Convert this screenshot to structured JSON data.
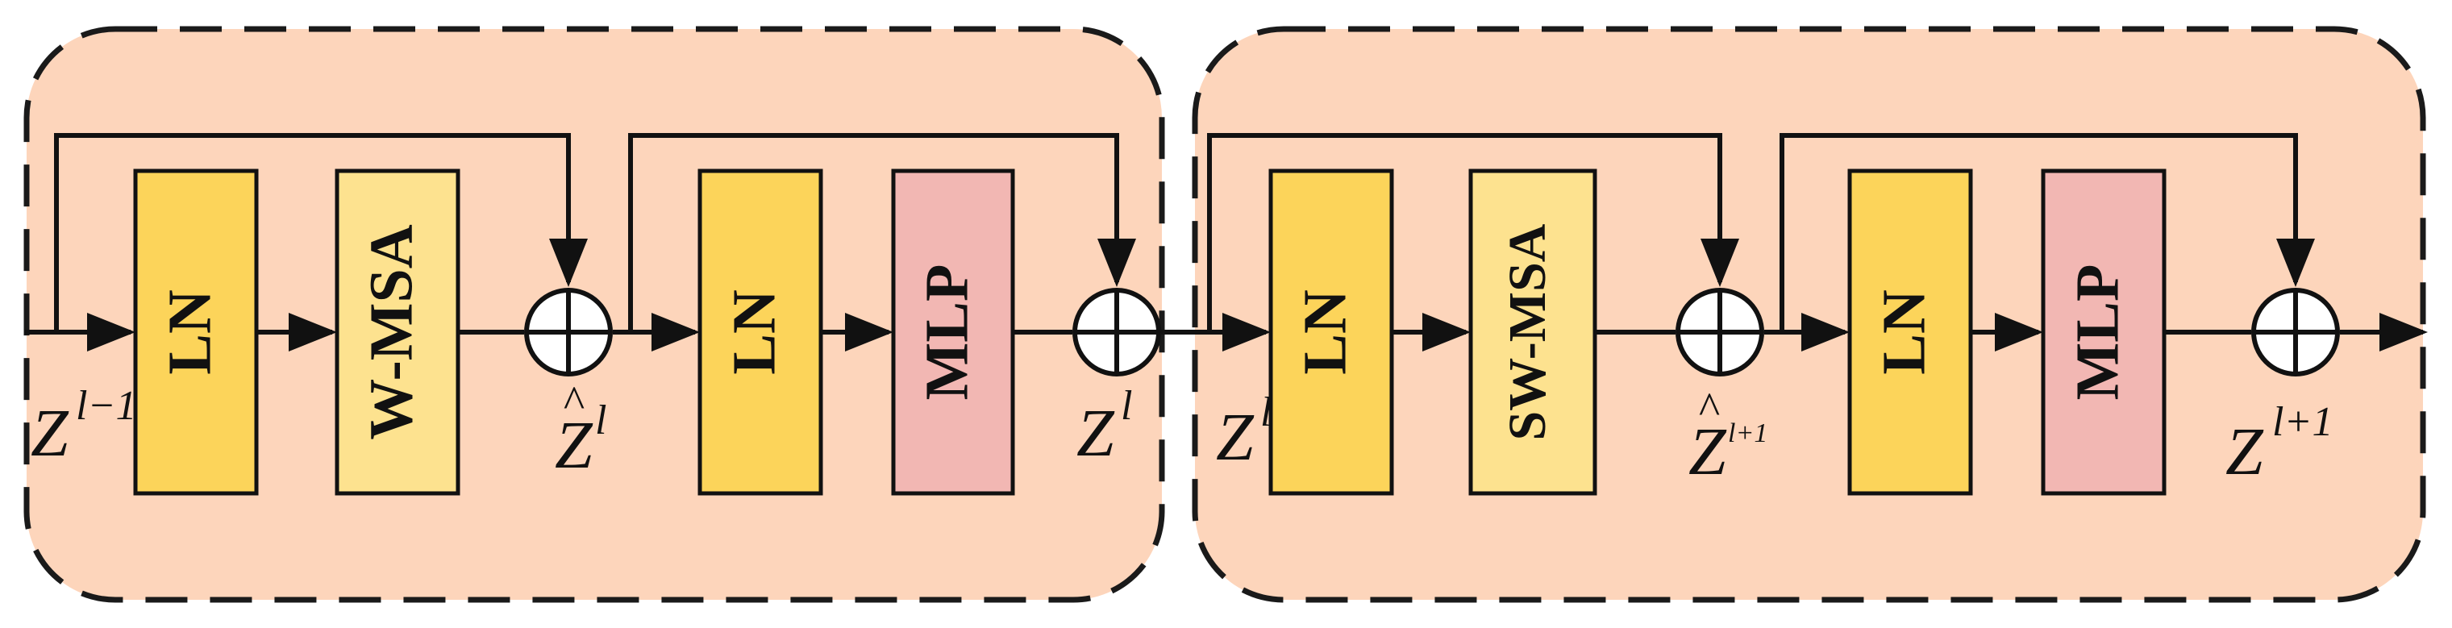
{
  "colors": {
    "panel_fill": "#fdd5bb",
    "panel_border": "#1a1a1a",
    "ln_fill": "#fcd45a",
    "msa_fill": "#fde28f",
    "mlp_fill": "#f2b7b3",
    "line": "#111111"
  },
  "blocks": {
    "left": {
      "ln1": "LN",
      "attention": "W-MSA",
      "ln2": "LN",
      "mlp": "MLP"
    },
    "right": {
      "ln1": "LN",
      "attention": "SW-MSA",
      "ln2": "LN",
      "mlp": "MLP"
    }
  },
  "labels": {
    "z_prev": {
      "base": "Z",
      "sup": "l−1"
    },
    "z_hat_l": {
      "hat": "^",
      "base": "Z",
      "sup": "l"
    },
    "z_l_left": {
      "base": "Z",
      "sup": "l"
    },
    "z_l_right": {
      "base": "Z",
      "sup": "l"
    },
    "z_hat_next": {
      "hat": "^",
      "base": "Z",
      "sup": "l+1"
    },
    "z_next": {
      "base": "Z",
      "sup": "l+1"
    }
  },
  "icons": {
    "adder": "circled-plus-icon",
    "arrow": "arrowhead-icon"
  }
}
